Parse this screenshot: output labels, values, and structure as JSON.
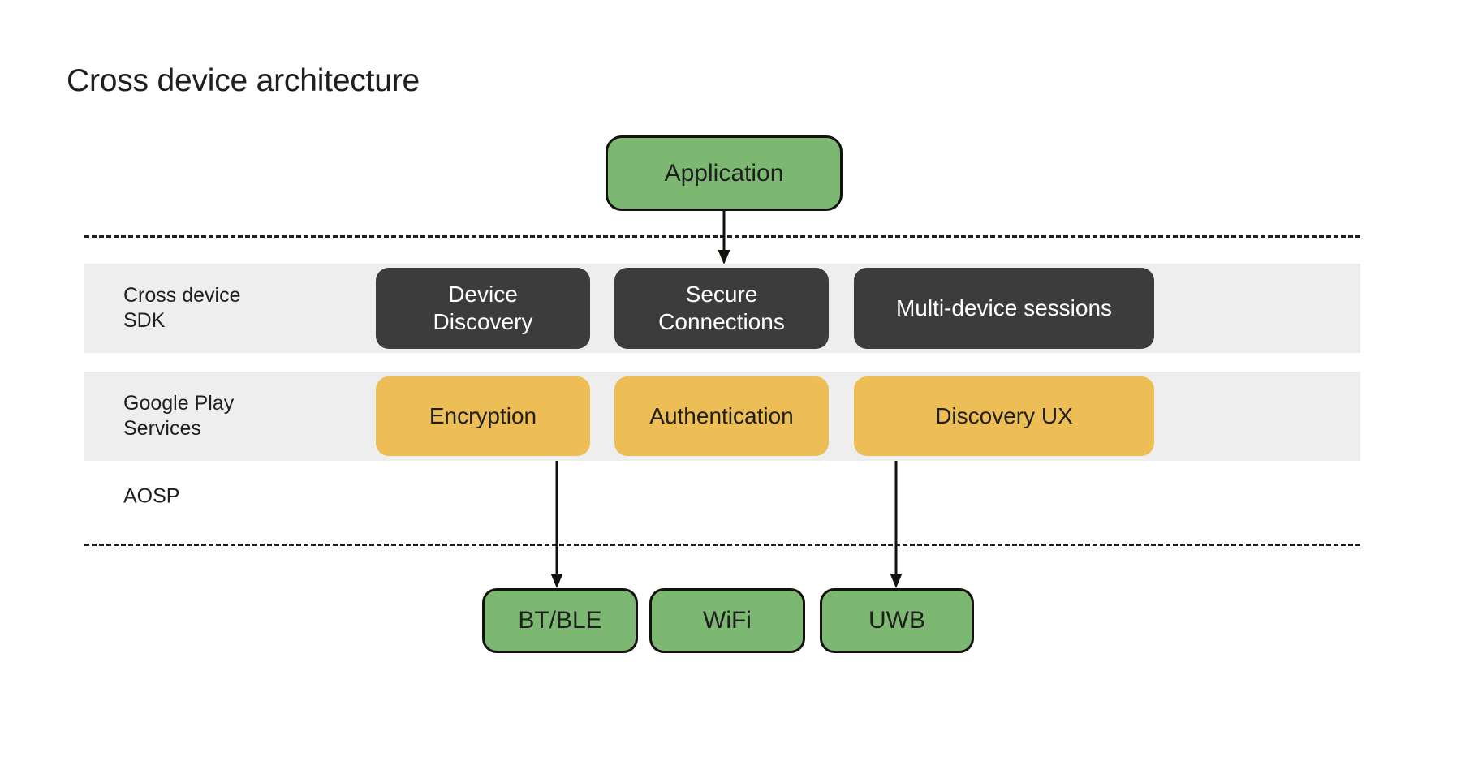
{
  "title": "Cross device architecture",
  "colors": {
    "green": "#7cb872",
    "amber": "#edbd56",
    "dark": "#3c3c3c",
    "band": "#eeeeee",
    "stroke": "#14120f",
    "text": "#1f1f1f"
  },
  "top_node": {
    "label": "Application"
  },
  "layers": [
    {
      "id": "cross-device-sdk",
      "label": "Cross device\nSDK",
      "style": "dark",
      "nodes": [
        {
          "label": "Device\nDiscovery"
        },
        {
          "label": "Secure\nConnections"
        },
        {
          "label": "Multi-device sessions"
        }
      ]
    },
    {
      "id": "google-play-services",
      "label": "Google Play\nServices",
      "style": "amber",
      "nodes": [
        {
          "label": "Encryption"
        },
        {
          "label": "Authentication"
        },
        {
          "label": "Discovery UX"
        }
      ]
    }
  ],
  "aosp": {
    "label": "AOSP"
  },
  "radios": [
    {
      "label": "BT/BLE"
    },
    {
      "label": "WiFi"
    },
    {
      "label": "UWB"
    }
  ],
  "arrows": [
    {
      "id": "application-to-sdk",
      "from": "Application",
      "to": "Cross device SDK"
    },
    {
      "id": "gps-to-btble",
      "from": "Encryption",
      "to": "BT/BLE"
    },
    {
      "id": "gps-to-uwb",
      "from": "Discovery UX",
      "to": "UWB"
    }
  ]
}
